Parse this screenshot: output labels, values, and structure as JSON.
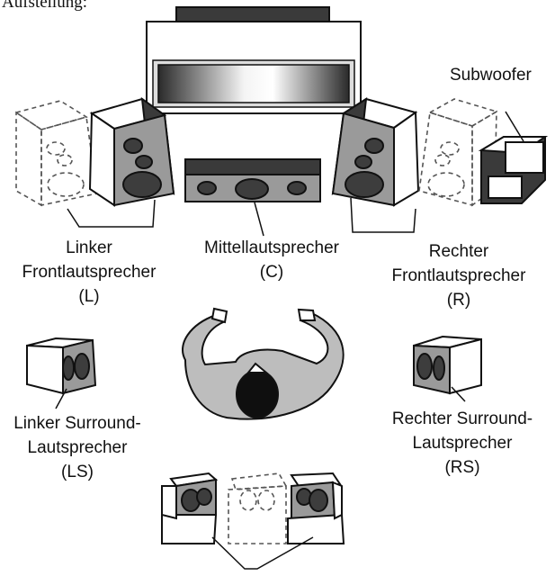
{
  "heading": "Aufstellung:",
  "colors": {
    "line": "#111111",
    "cabinet_side": "#3a3a3a",
    "cabinet_front": "#9a9a9a",
    "driver": "#3d3d3d",
    "listener_body": "#bdbdbd",
    "listener_head": "#0f0f0f",
    "dashed": "#555555"
  },
  "labels": {
    "subwoofer": "Subwoofer",
    "front_left": [
      "Linker",
      "Frontlautsprecher",
      "(L)"
    ],
    "center": [
      "Mittellautsprecher",
      "(C)"
    ],
    "front_right": [
      "Rechter",
      "Frontlautsprecher",
      "(R)"
    ],
    "surround_left": [
      "Linker Surround-",
      "Lautsprecher",
      "(LS)"
    ],
    "surround_right": [
      "Rechter Surround-",
      "Lautsprecher",
      "(RS)"
    ]
  }
}
